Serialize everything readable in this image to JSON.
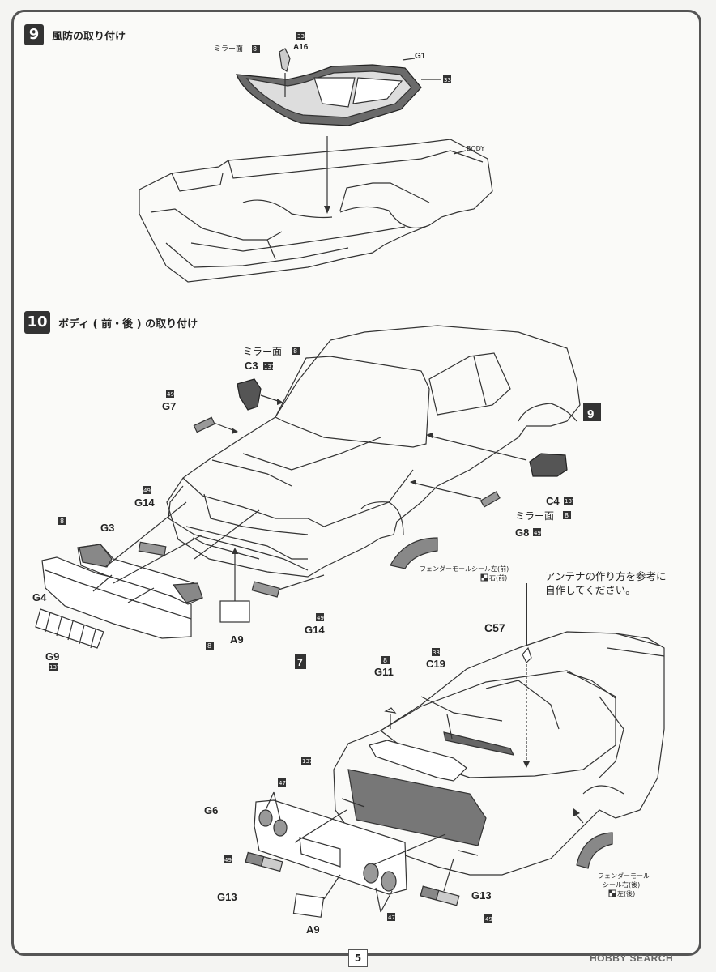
{
  "step9": {
    "number": "9",
    "title": "風防の取り付け",
    "labels": {
      "mirror_side": "ミラー面",
      "mirror_color": "8",
      "a16": "A16",
      "a16_color": "33",
      "g1": "G1",
      "g1_color": "33",
      "body": "BODY"
    }
  },
  "step10": {
    "number": "10",
    "title": "ボディ ( 前・後 ) の取り付け",
    "labels": {
      "mirror_side_c3": "ミラー面",
      "mirror_color_c3": "8",
      "c3": "C3",
      "c3_color": "137",
      "g7": "G7",
      "g7_color": "49",
      "ref_step9": "9",
      "c4": "C4",
      "c4_color": "137",
      "mirror_side_c4": "ミラー面",
      "mirror_color_c4": "8",
      "g8": "G8",
      "g8_color": "49",
      "g14_top": "G14",
      "g14_top_color": "49",
      "g3": "G3",
      "g3_color": "8",
      "g4": "G4",
      "g4_color": "8",
      "g9": "G9",
      "g9_color": "137",
      "a9_front": "A9",
      "g14_bottom": "G14",
      "g14_bottom_color": "49",
      "fender_front": "フェンダーモールシール左(前)",
      "fender_front_right": "右(前)",
      "antenna_note_1": "アンテナの作り方を参考に",
      "antenna_note_2": "自作してください。",
      "c57": "C57",
      "ref_step7": "7",
      "g11": "G11",
      "g11_color": "8",
      "c19": "C19",
      "c19_color": "33",
      "tail_color": "137",
      "g6": "G6",
      "g6_color": "47",
      "g13_left": "G13",
      "g13_left_color": "49",
      "a9_rear": "A9",
      "lens_color": "47",
      "g13_right": "G13",
      "g13_right_color": "49",
      "fender_rear_1": "フェンダーモール",
      "fender_rear_2": "シール右(後)",
      "fender_rear_3": "左(後)"
    }
  },
  "footer": {
    "page_number": "5",
    "watermark": "HOBBY SEARCH"
  },
  "colors": {
    "frame": "#555555",
    "ink": "#222222",
    "shade": "#888888",
    "dark_fill": "#4a4a4a"
  }
}
